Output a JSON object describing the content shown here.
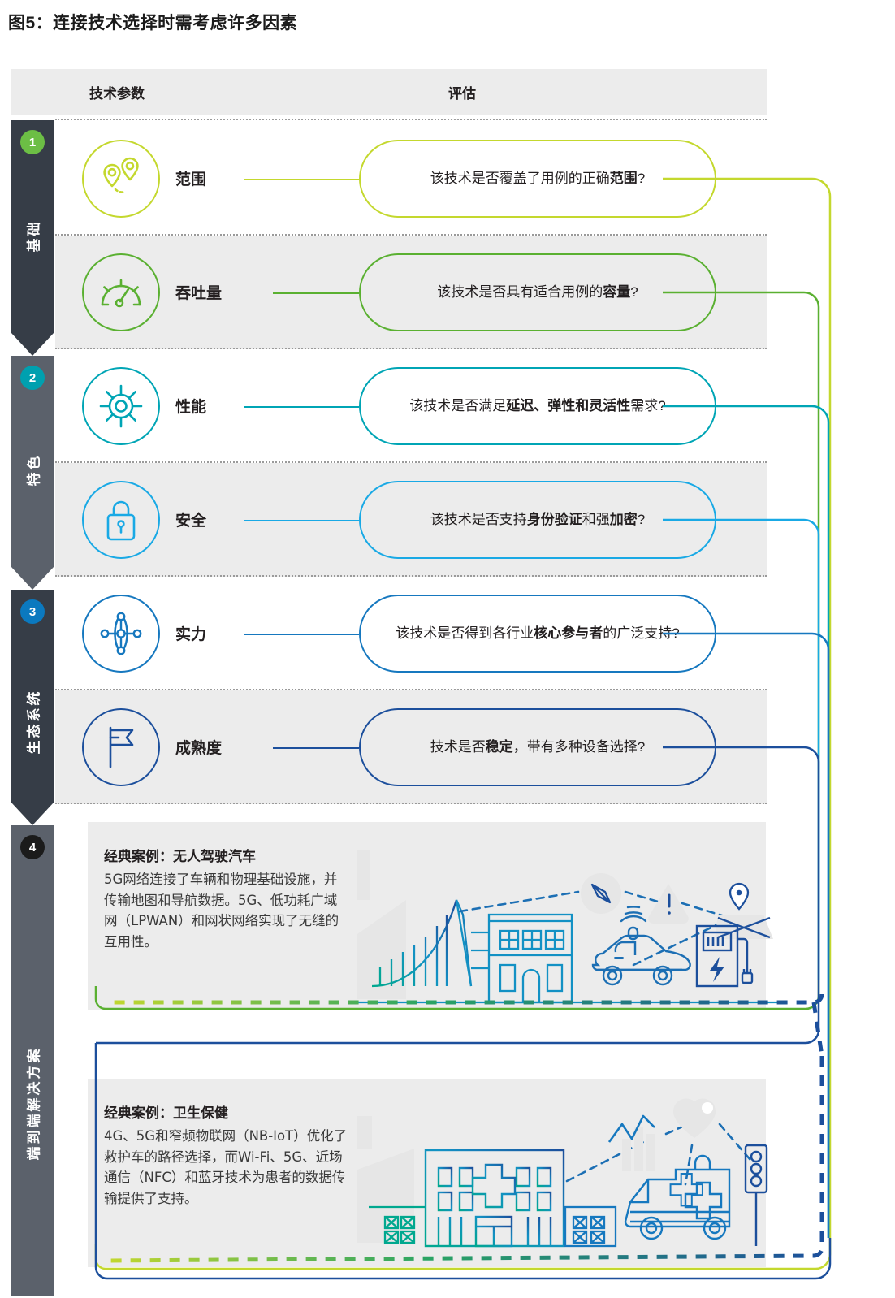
{
  "title": "图5：连接技术选择时需考虑许多因素",
  "header": {
    "parameter_column": "技术参数",
    "evaluation_column": "评估"
  },
  "stages": [
    {
      "number": "1",
      "label": "基础",
      "badge_color": "#6cbe45",
      "body_color": "#363d47"
    },
    {
      "number": "2",
      "label": "特色",
      "badge_color": "#00a0af",
      "body_color": "#5b616b"
    },
    {
      "number": "3",
      "label": "生态系统",
      "badge_color": "#0b79bf",
      "body_color": "#363d47"
    },
    {
      "number": "4",
      "label": "端到端解决方案",
      "badge_color": "#1b1b1b",
      "body_color": "#5b616b"
    }
  ],
  "rows": [
    {
      "icon": "location-pins-icon",
      "parameter": "范围",
      "question_pre": "该技术是否覆盖了用例的正确",
      "question_bold": "范围",
      "question_post": "?",
      "color": "#c4d82e",
      "shaded": false
    },
    {
      "icon": "gauge-icon",
      "parameter": "吞吐量",
      "question_pre": "该技术是否具有适合用例的",
      "question_bold": "容量",
      "question_post": "?",
      "color": "#5ab031",
      "shaded": true
    },
    {
      "icon": "performance-dial-icon",
      "parameter": "性能",
      "question_pre": "该技术是否满足",
      "question_bold": "延迟、弹性和灵活性",
      "question_post": "需求?",
      "color": "#00a5b5",
      "shaded": false
    },
    {
      "icon": "padlock-icon",
      "parameter": "安全",
      "question_pre": "该技术是否支持",
      "question_bold": "身份验证",
      "question_mid": "和强",
      "question_bold2": "加密",
      "question_post": "?",
      "color": "#19a9e5",
      "shaded": true
    },
    {
      "icon": "network-nodes-icon",
      "parameter": "实力",
      "question_pre": "该技术是否得到各行业",
      "question_bold": "核心参与者",
      "question_post": "的广泛支持?",
      "color": "#1678bf",
      "shaded": false
    },
    {
      "icon": "flag-icon",
      "parameter": "成熟度",
      "question_pre": "技术是否",
      "question_bold": "稳定",
      "question_post": "，带有多种设备选择?",
      "color": "#1c4f9c",
      "shaded": true
    }
  ],
  "cases": [
    {
      "title": "经典案例：无人驾驶汽车",
      "body": "5G网络连接了车辆和物理基础设施，并传输地图和导航数据。5G、低功耗广域网（LPWAN）和网状网络实现了无缝的互用性。",
      "illustration": "autonomous-car-city-illustration"
    },
    {
      "title": "经典案例：卫生保健",
      "body": "4G、5G和窄频物联网（NB-IoT）优化了救护车的路径选择，而Wi-Fi、5G、近场通信（NFC）和蓝牙技术为患者的数据传输提供了支持。",
      "illustration": "healthcare-hospital-ambulance-illustration"
    }
  ],
  "palette": {
    "gradient_start": "#c4d82e",
    "gradient_end": "#1c4f9c",
    "panel_background": "#ececec",
    "rail_dark": "#363d47",
    "rail_mid": "#5b616b"
  }
}
